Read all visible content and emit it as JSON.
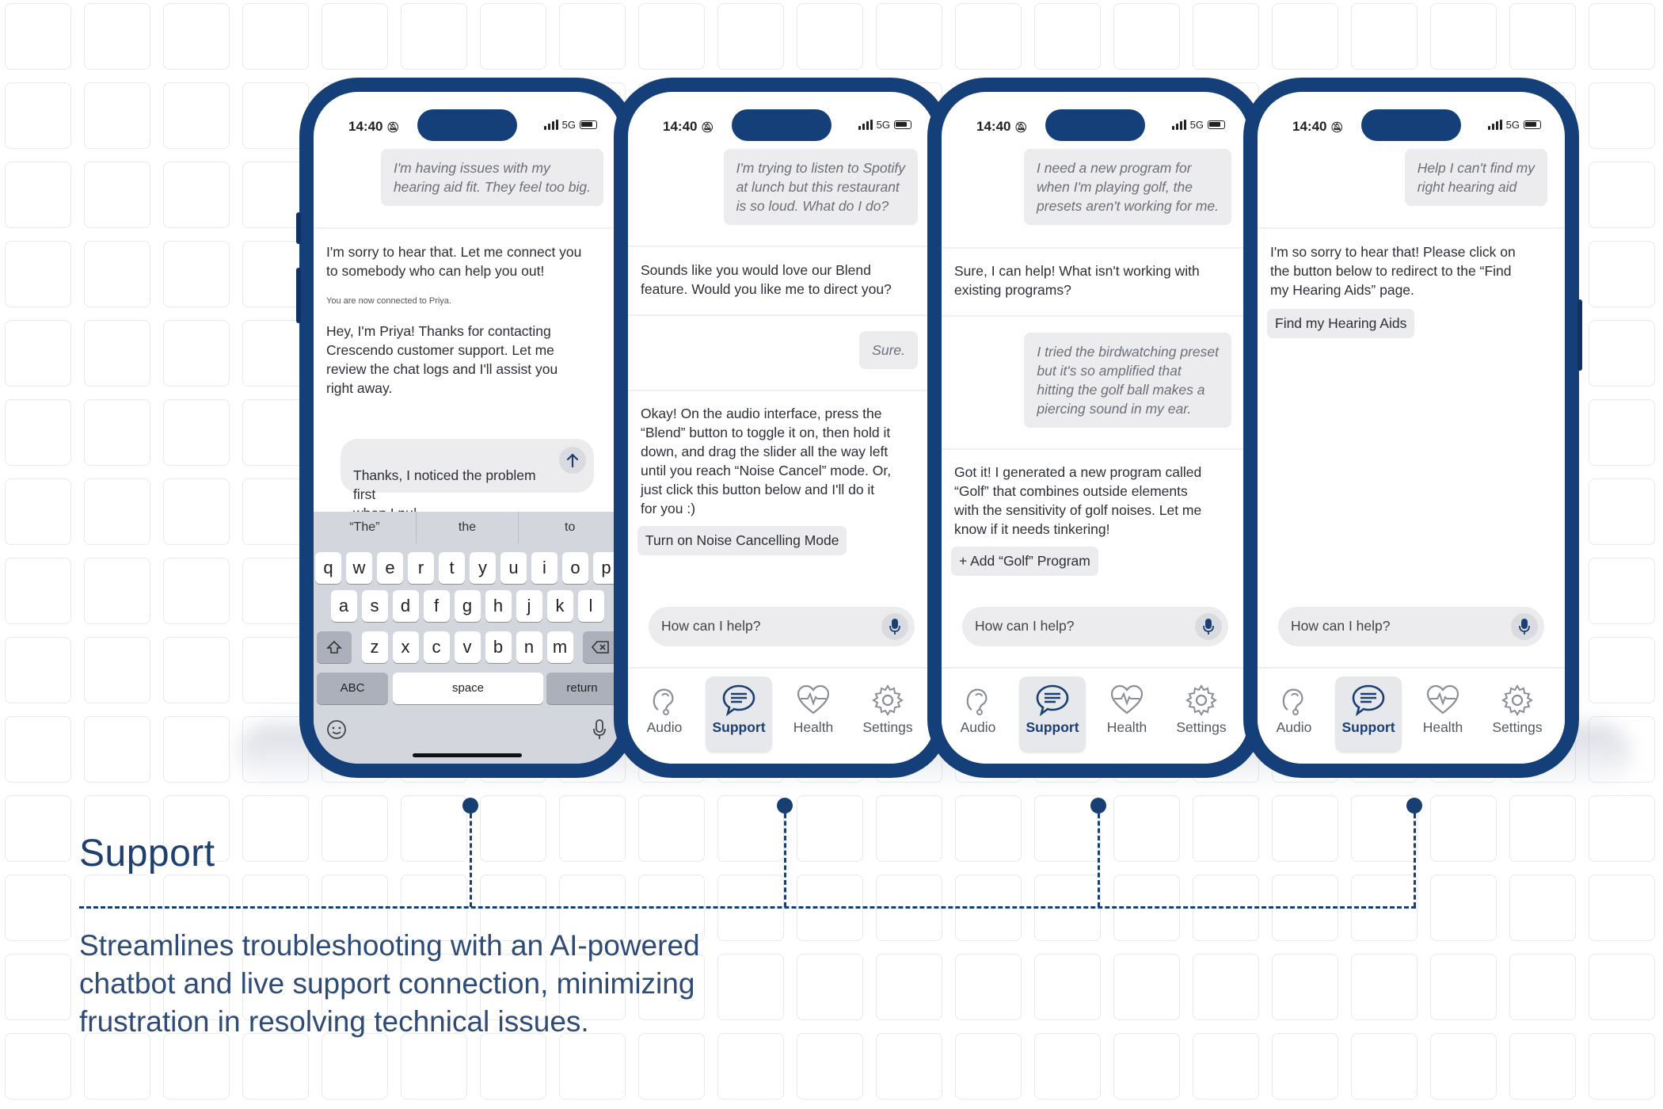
{
  "status_bar": {
    "time": "14:40",
    "network": "5G"
  },
  "tabs": [
    {
      "label": "Audio",
      "icon": "hearing-aid-icon"
    },
    {
      "label": "Support",
      "icon": "chat-icon"
    },
    {
      "label": "Health",
      "icon": "heart-pulse-icon"
    },
    {
      "label": "Settings",
      "icon": "gear-icon"
    }
  ],
  "active_tab": "Support",
  "input_placeholder": "How can I help?",
  "phone1": {
    "user_msg": "I'm having issues with my\nhearing aid fit. They feel too big.",
    "bot_msg": "I'm sorry to hear that. Let me connect you\nto somebody who can help you out!",
    "connected_note": "You are now connected to Priya.",
    "agent_msg": "Hey, I'm Priya! Thanks for contacting\nCrescendo customer support. Let me\nreview the chat logs and I'll assist you\nright away.",
    "compose_text": "Thanks, I noticed the problem first\nwhen I pu|",
    "suggestions": [
      "“The”",
      "the",
      "to"
    ],
    "keyboard_rows": [
      [
        "q",
        "w",
        "e",
        "r",
        "t",
        "y",
        "u",
        "i",
        "o",
        "p"
      ],
      [
        "a",
        "s",
        "d",
        "f",
        "g",
        "h",
        "j",
        "k",
        "l"
      ],
      [
        "z",
        "x",
        "c",
        "v",
        "b",
        "n",
        "m"
      ]
    ],
    "key_abc": "ABC",
    "key_space": "space",
    "key_return": "return"
  },
  "phone2": {
    "user_msg1": "I'm trying to listen to Spotify\nat lunch but this restaurant\nis so loud. What do I do?",
    "bot_msg1": "Sounds like you would love our Blend\nfeature. Would you like me to direct you?",
    "user_msg2": "Sure.",
    "bot_msg2": "Okay! On the audio interface, press the\n“Blend” button to toggle it on, then hold it\ndown, and drag the slider all the way left\nuntil you reach “Noise Cancel” mode. Or,\njust click this button below and I'll do it\nfor you :)",
    "action": "Turn on Noise Cancelling Mode"
  },
  "phone3": {
    "user_msg1": "I need a new program for\nwhen I'm playing golf, the\npresets aren't working for me.",
    "bot_msg1": "Sure, I can help! What isn't working with\nexisting programs?",
    "user_msg2": "I tried the birdwatching preset\nbut it's so amplified that\nhitting the golf ball makes a\npiercing sound in my ear.",
    "bot_msg2": "Got it! I generated a new program called\n“Golf” that combines outside elements\nwith the sensitivity of golf noises. Let me\nknow if it needs tinkering!",
    "action": "+  Add “Golf” Program"
  },
  "phone4": {
    "user_msg": "Help I can't find my\nright hearing aid",
    "bot_msg": "I'm so sorry to hear that! Please click on\nthe button below to redirect to the “Find\nmy Hearing Aids” page.",
    "action": "Find my Hearing Aids"
  },
  "section": {
    "title": "Support",
    "description": "Streamlines troubleshooting with an AI-powered chatbot and live support connection, minimizing frustration in resolving technical issues."
  },
  "colors": {
    "frame": "#153f78",
    "accent": "#1c3f73",
    "bubble": "#ececee"
  }
}
